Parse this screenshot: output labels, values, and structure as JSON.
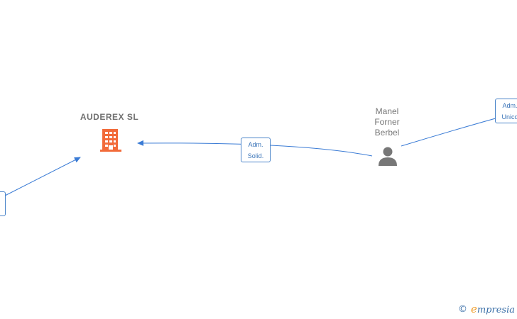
{
  "nodes": {
    "company": {
      "name": "AUDEREX SL",
      "icon": "building-icon",
      "color": "#f26b3a"
    },
    "person": {
      "name_lines": [
        "Manel",
        "Forner",
        "Berbel"
      ],
      "icon": "person-icon",
      "color": "#777777"
    }
  },
  "edges": [
    {
      "id": "person-to-company",
      "label_lines": [
        "Adm.",
        "Solid."
      ]
    },
    {
      "id": "offscreen-to-person",
      "label_lines": [
        "Adm.",
        "Unico"
      ]
    },
    {
      "id": "offscreen-to-company",
      "label_lines": []
    }
  ],
  "colors": {
    "edge": "#3a7bd5",
    "label_border": "#4a84c9"
  },
  "brand": {
    "copyright": "©",
    "initial": "e",
    "rest": "mpresia"
  }
}
